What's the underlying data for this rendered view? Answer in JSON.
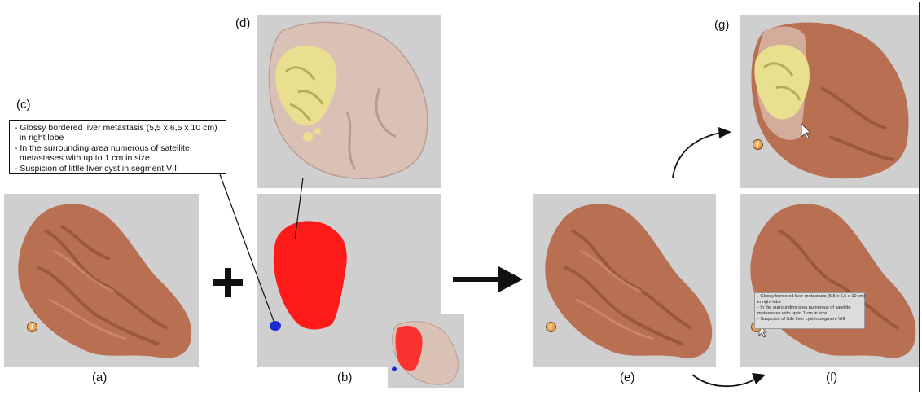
{
  "labels": {
    "a": "(a)",
    "b": "(b)",
    "c": "(c)",
    "d": "(d)",
    "e": "(e)",
    "f": "(f)",
    "g": "(g)"
  },
  "findings": [
    "- Glossy bordered liver metastasis (5,5 x 6,5 x 10 cm)",
    "  in right lobe",
    "- In the surrounding area numerous of satellite",
    "  metastases with up to 1 cm in size",
    "- Suspicion of little liver cyst in segment VIII"
  ],
  "tooltip": [
    "- Glossy bordered liver metastasis (5,5 x 6,5 x 10 cm)",
    "  in right lobe",
    "- In the surrounding area numerous of satellite",
    "  metastases with up to 1 cm in size",
    "- Suspicion of little liver cyst in segment VIII"
  ],
  "symbols": {
    "plus": "+",
    "info": "i"
  },
  "colors": {
    "panel_bg": "#cfcfcf",
    "liver": "#b86f52",
    "liver_dark": "#8d4e36",
    "tumor_red": "#ff1a1a",
    "cyst_blue": "#1a2bd6",
    "metastasis_yellow": "#e8df8f",
    "glass_liver": "#dcc0b4"
  }
}
